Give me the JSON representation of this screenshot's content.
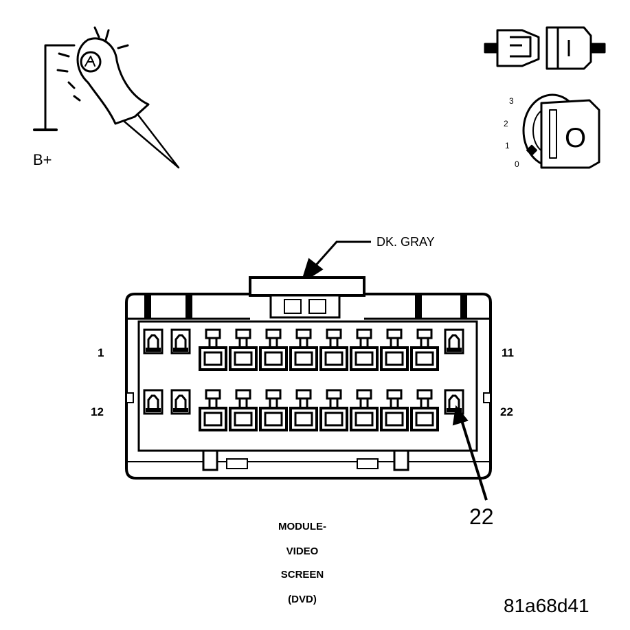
{
  "probe": {
    "label": "B+"
  },
  "ignition": {
    "positions": [
      "3",
      "2",
      "1",
      "0"
    ],
    "key_mark": "O"
  },
  "wire_color": "DK. GRAY",
  "connector": {
    "pin_labels": {
      "top_left": "1",
      "top_right": "11",
      "bottom_left": "12",
      "bottom_right": "22"
    },
    "callout": "22"
  },
  "module_name": [
    "MODULE-",
    "VIDEO",
    "SCREEN",
    "(DVD)"
  ],
  "figure_code": "81a68d41",
  "icons": [
    "test-probe-icon",
    "connector-plug-icon",
    "ignition-key-icon",
    "connector-face-icon"
  ]
}
